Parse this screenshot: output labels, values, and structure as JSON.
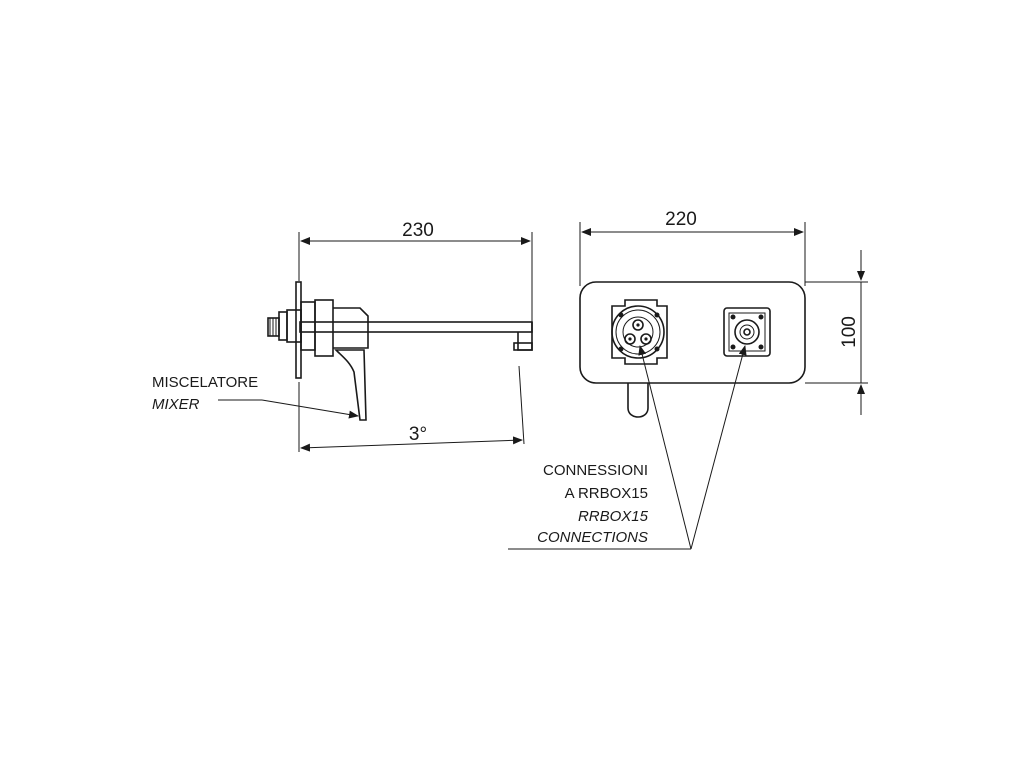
{
  "dimensions": {
    "side_length": "230",
    "front_width": "220",
    "front_height": "100",
    "spout_angle": "3°"
  },
  "labels": {
    "mixer_it": "MISCELATORE",
    "mixer_en": "MIXER",
    "connections_line1": "CONNESSIONI",
    "connections_line2": "A RRBOX15",
    "connections_line3": "RRBOX15",
    "connections_line4": "CONNECTIONS"
  }
}
